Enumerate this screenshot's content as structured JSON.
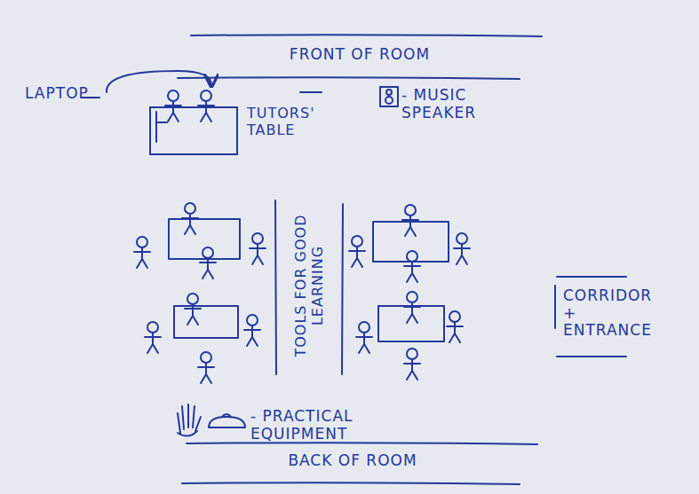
{
  "diagram": {
    "nodes": [
      {
        "text": [
          "TUTORS' TABLE"
        ]
      },
      {
        "text": [
          "TOOLS FOR GOOD LEARNING"
        ]
      }
    ],
    "labels": [
      "FRONT OF ROOM",
      "LAPTOP",
      "- MUSIC SPEAKER",
      "CORRIDOR + ENTRANCE",
      "- PRACTICAL EQUIPMENT",
      "BACK OF ROOM"
    ]
  }
}
